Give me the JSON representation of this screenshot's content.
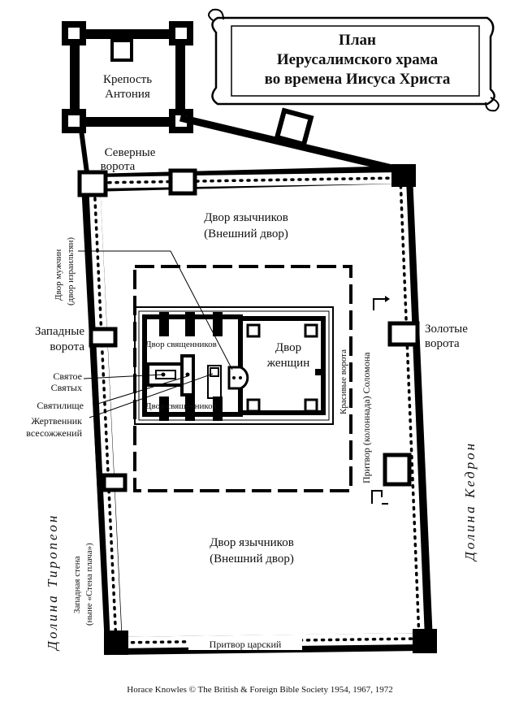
{
  "title": {
    "line1": "План",
    "line2": "Иерусалимского храма",
    "line3": "во времена Иисуса Христа"
  },
  "labels": {
    "antonia1": "Крепость",
    "antonia2": "Антония",
    "north_gate1": "Северные",
    "north_gate2": "ворота",
    "court_gentiles_top1": "Двор язычников",
    "court_gentiles_top2": "(Внешний двор)",
    "court_men1": "Двор мужчин",
    "court_men2": "(двор израильтян)",
    "west_gate1": "Западные",
    "west_gate2": "ворота",
    "holy_of_holies1": "Святое",
    "holy_of_holies2": "Святых",
    "sanctuary": "Святилище",
    "altar1": "Жертвенник",
    "altar2": "всесожжений",
    "court_priests_top": "Двор священников",
    "court_priests_bottom": "Двор священников",
    "court_women1": "Двор",
    "court_women2": "женщин",
    "beautiful_gate": "Красивые ворота",
    "solomon_portico": "Притвор (колоннада) Соломона",
    "golden_gate1": "Золотые",
    "golden_gate2": "ворота",
    "kidron": "Долина Кедрон",
    "tyropoeon": "Долина Тиропеон",
    "western_wall1": "Западная стена",
    "western_wall2": "(ныне «Стена плача»)",
    "court_gentiles_bottom1": "Двор язычников",
    "court_gentiles_bottom2": "(Внешний двор)",
    "royal_portico": "Притвор царский"
  },
  "credit": "Horace Knowles © The British & Foreign Bible Society 1954, 1967, 1972"
}
